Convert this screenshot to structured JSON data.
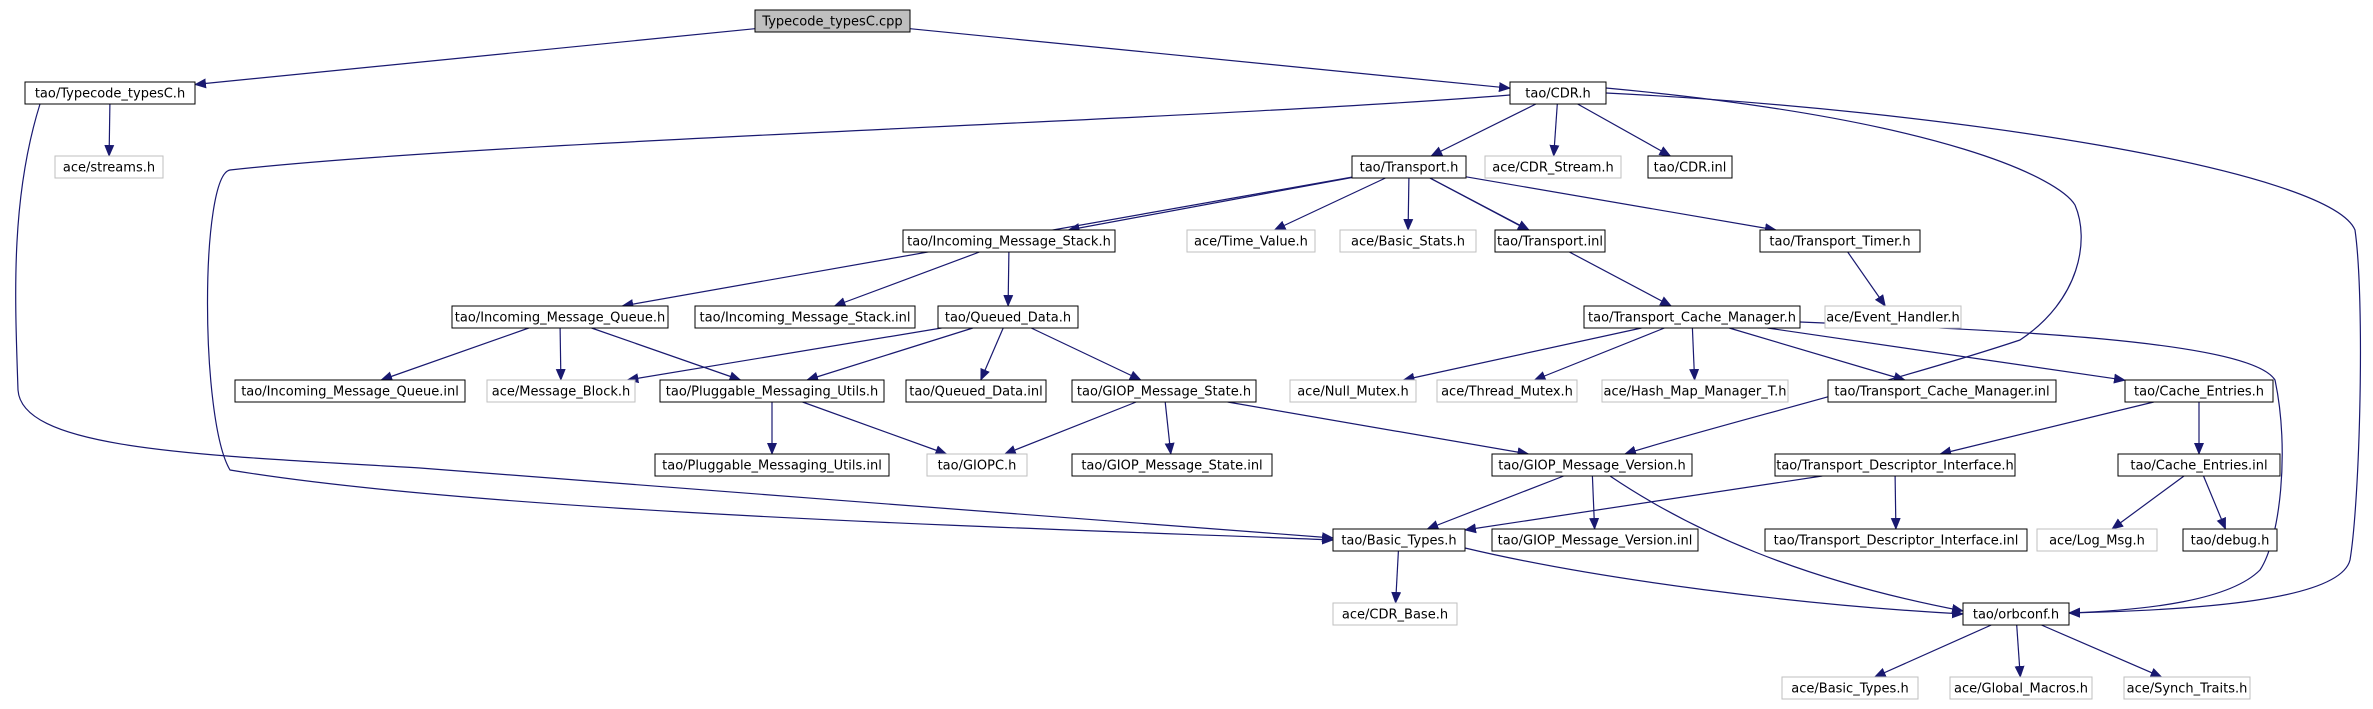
{
  "colors": {
    "edge": "#191970",
    "node_border_internal": "#000000",
    "node_border_external": "#bfbfbf",
    "node_fill": "#ffffff",
    "root_fill": "#bfbfbf",
    "text": "#000000"
  },
  "nodes": [
    {
      "id": "root",
      "label": "Typecode_typesC.cpp",
      "kind": "root"
    },
    {
      "id": "tc_h",
      "label": "tao/Typecode_typesC.h",
      "kind": "internal"
    },
    {
      "id": "cdr_h",
      "label": "tao/CDR.h",
      "kind": "internal"
    },
    {
      "id": "streams",
      "label": "ace/streams.h",
      "kind": "external"
    },
    {
      "id": "transport_h",
      "label": "tao/Transport.h",
      "kind": "internal"
    },
    {
      "id": "cdr_stream",
      "label": "ace/CDR_Stream.h",
      "kind": "external"
    },
    {
      "id": "cdr_inl",
      "label": "tao/CDR.inl",
      "kind": "internal"
    },
    {
      "id": "ims_h",
      "label": "tao/Incoming_Message_Stack.h",
      "kind": "internal"
    },
    {
      "id": "time_value",
      "label": "ace/Time_Value.h",
      "kind": "external"
    },
    {
      "id": "basic_stats",
      "label": "ace/Basic_Stats.h",
      "kind": "external"
    },
    {
      "id": "transport_inl",
      "label": "tao/Transport.inl",
      "kind": "internal"
    },
    {
      "id": "transport_timer",
      "label": "tao/Transport_Timer.h",
      "kind": "internal"
    },
    {
      "id": "imq_h",
      "label": "tao/Incoming_Message_Queue.h",
      "kind": "internal"
    },
    {
      "id": "ims_inl",
      "label": "tao/Incoming_Message_Stack.inl",
      "kind": "internal"
    },
    {
      "id": "queued_h",
      "label": "tao/Queued_Data.h",
      "kind": "internal"
    },
    {
      "id": "tcm_h",
      "label": "tao/Transport_Cache_Manager.h",
      "kind": "internal"
    },
    {
      "id": "event_handler",
      "label": "ace/Event_Handler.h",
      "kind": "external"
    },
    {
      "id": "imq_inl",
      "label": "tao/Incoming_Message_Queue.inl",
      "kind": "internal"
    },
    {
      "id": "msg_block",
      "label": "ace/Message_Block.h",
      "kind": "external"
    },
    {
      "id": "pmu_h",
      "label": "tao/Pluggable_Messaging_Utils.h",
      "kind": "internal"
    },
    {
      "id": "queued_inl",
      "label": "tao/Queued_Data.inl",
      "kind": "internal"
    },
    {
      "id": "gms_h",
      "label": "tao/GIOP_Message_State.h",
      "kind": "internal"
    },
    {
      "id": "null_mutex",
      "label": "ace/Null_Mutex.h",
      "kind": "external"
    },
    {
      "id": "thread_mutex",
      "label": "ace/Thread_Mutex.h",
      "kind": "external"
    },
    {
      "id": "hash_map",
      "label": "ace/Hash_Map_Manager_T.h",
      "kind": "external"
    },
    {
      "id": "tcm_inl",
      "label": "tao/Transport_Cache_Manager.inl",
      "kind": "internal"
    },
    {
      "id": "cache_entries_h",
      "label": "tao/Cache_Entries.h",
      "kind": "internal"
    },
    {
      "id": "pmu_inl",
      "label": "tao/Pluggable_Messaging_Utils.inl",
      "kind": "internal"
    },
    {
      "id": "giopc",
      "label": "tao/GIOPC.h",
      "kind": "external"
    },
    {
      "id": "gms_inl",
      "label": "tao/GIOP_Message_State.inl",
      "kind": "internal"
    },
    {
      "id": "gmv_h",
      "label": "tao/GIOP_Message_Version.h",
      "kind": "internal"
    },
    {
      "id": "tdi_h",
      "label": "tao/Transport_Descriptor_Interface.h",
      "kind": "internal"
    },
    {
      "id": "cache_entries_inl",
      "label": "tao/Cache_Entries.inl",
      "kind": "internal"
    },
    {
      "id": "basic_types_tao",
      "label": "tao/Basic_Types.h",
      "kind": "internal"
    },
    {
      "id": "gmv_inl",
      "label": "tao/GIOP_Message_Version.inl",
      "kind": "internal"
    },
    {
      "id": "tdi_inl",
      "label": "tao/Transport_Descriptor_Interface.inl",
      "kind": "internal"
    },
    {
      "id": "log_msg",
      "label": "ace/Log_Msg.h",
      "kind": "external"
    },
    {
      "id": "debug_h",
      "label": "tao/debug.h",
      "kind": "internal"
    },
    {
      "id": "cdr_base",
      "label": "ace/CDR_Base.h",
      "kind": "external"
    },
    {
      "id": "orbconf",
      "label": "tao/orbconf.h",
      "kind": "internal"
    },
    {
      "id": "basic_types_ace",
      "label": "ace/Basic_Types.h",
      "kind": "external"
    },
    {
      "id": "global_macros",
      "label": "ace/Global_Macros.h",
      "kind": "external"
    },
    {
      "id": "synch_traits",
      "label": "ace/Synch_Traits.h",
      "kind": "external"
    }
  ],
  "edges": [
    [
      "root",
      "tc_h"
    ],
    [
      "root",
      "cdr_h"
    ],
    [
      "tc_h",
      "streams"
    ],
    [
      "tc_h",
      "basic_types_tao"
    ],
    [
      "cdr_h",
      "transport_h"
    ],
    [
      "cdr_h",
      "cdr_stream"
    ],
    [
      "cdr_h",
      "cdr_inl"
    ],
    [
      "cdr_h",
      "basic_types_tao"
    ],
    [
      "cdr_h",
      "gmv_h"
    ],
    [
      "cdr_h",
      "orbconf"
    ],
    [
      "transport_h",
      "ims_h"
    ],
    [
      "transport_h",
      "imq_h"
    ],
    [
      "transport_h",
      "time_value"
    ],
    [
      "transport_h",
      "basic_stats"
    ],
    [
      "transport_h",
      "transport_inl"
    ],
    [
      "transport_h",
      "transport_timer"
    ],
    [
      "transport_h",
      "tcm_h"
    ],
    [
      "transport_timer",
      "event_handler"
    ],
    [
      "ims_h",
      "ims_inl"
    ],
    [
      "ims_h",
      "queued_h"
    ],
    [
      "imq_h",
      "imq_inl"
    ],
    [
      "imq_h",
      "msg_block"
    ],
    [
      "imq_h",
      "pmu_h"
    ],
    [
      "queued_h",
      "msg_block"
    ],
    [
      "queued_h",
      "pmu_h"
    ],
    [
      "queued_h",
      "queued_inl"
    ],
    [
      "queued_h",
      "gms_h"
    ],
    [
      "pmu_h",
      "pmu_inl"
    ],
    [
      "pmu_h",
      "giopc"
    ],
    [
      "gms_h",
      "giopc"
    ],
    [
      "gms_h",
      "gms_inl"
    ],
    [
      "gms_h",
      "gmv_h"
    ],
    [
      "tcm_h",
      "null_mutex"
    ],
    [
      "tcm_h",
      "thread_mutex"
    ],
    [
      "tcm_h",
      "hash_map"
    ],
    [
      "tcm_h",
      "tcm_inl"
    ],
    [
      "tcm_h",
      "cache_entries_h"
    ],
    [
      "tcm_h",
      "orbconf"
    ],
    [
      "cache_entries_h",
      "tdi_h"
    ],
    [
      "cache_entries_h",
      "cache_entries_inl"
    ],
    [
      "cache_entries_inl",
      "log_msg"
    ],
    [
      "cache_entries_inl",
      "debug_h"
    ],
    [
      "tdi_h",
      "tdi_inl"
    ],
    [
      "tdi_h",
      "basic_types_tao"
    ],
    [
      "gmv_h",
      "basic_types_tao"
    ],
    [
      "gmv_h",
      "gmv_inl"
    ],
    [
      "gmv_h",
      "orbconf"
    ],
    [
      "basic_types_tao",
      "cdr_base"
    ],
    [
      "basic_types_tao",
      "orbconf"
    ],
    [
      "orbconf",
      "basic_types_ace"
    ],
    [
      "orbconf",
      "global_macros"
    ],
    [
      "orbconf",
      "synch_traits"
    ]
  ]
}
